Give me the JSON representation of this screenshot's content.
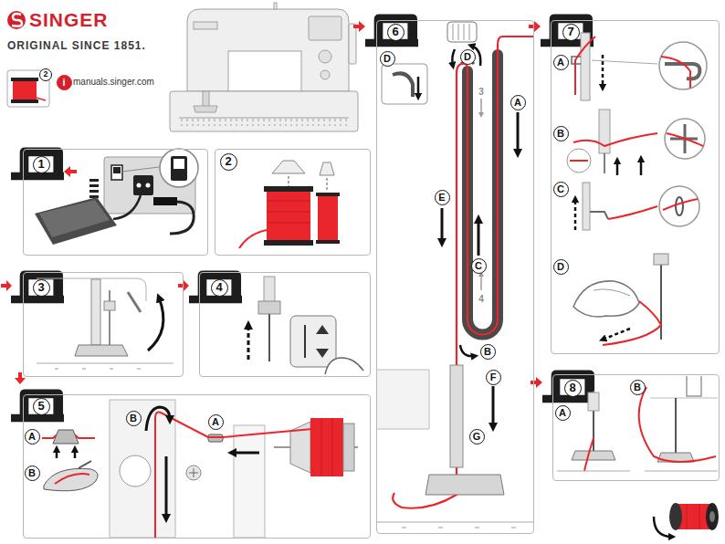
{
  "diagram": {
    "title": "SINGER",
    "nodes": [
      {
        "text": [
          "1"
        ]
      },
      {
        "text": [
          "2"
        ]
      },
      {
        "text": [
          "3"
        ]
      },
      {
        "text": [
          "4"
        ]
      },
      {
        "text": [
          "5"
        ]
      },
      {
        "text": [
          "6"
        ]
      },
      {
        "text": [
          "7"
        ]
      },
      {
        "text": [
          "8"
        ]
      }
    ],
    "labels": [
      "ORIGINAL SINCE 1851.",
      "2",
      "i",
      "manuals.singer.com",
      "A",
      "B",
      "B",
      "A",
      "D",
      "D",
      "3",
      "A",
      "E",
      "C",
      "4",
      "B",
      "F",
      "G",
      "A",
      "B",
      "C",
      "D",
      "A",
      "B"
    ]
  }
}
